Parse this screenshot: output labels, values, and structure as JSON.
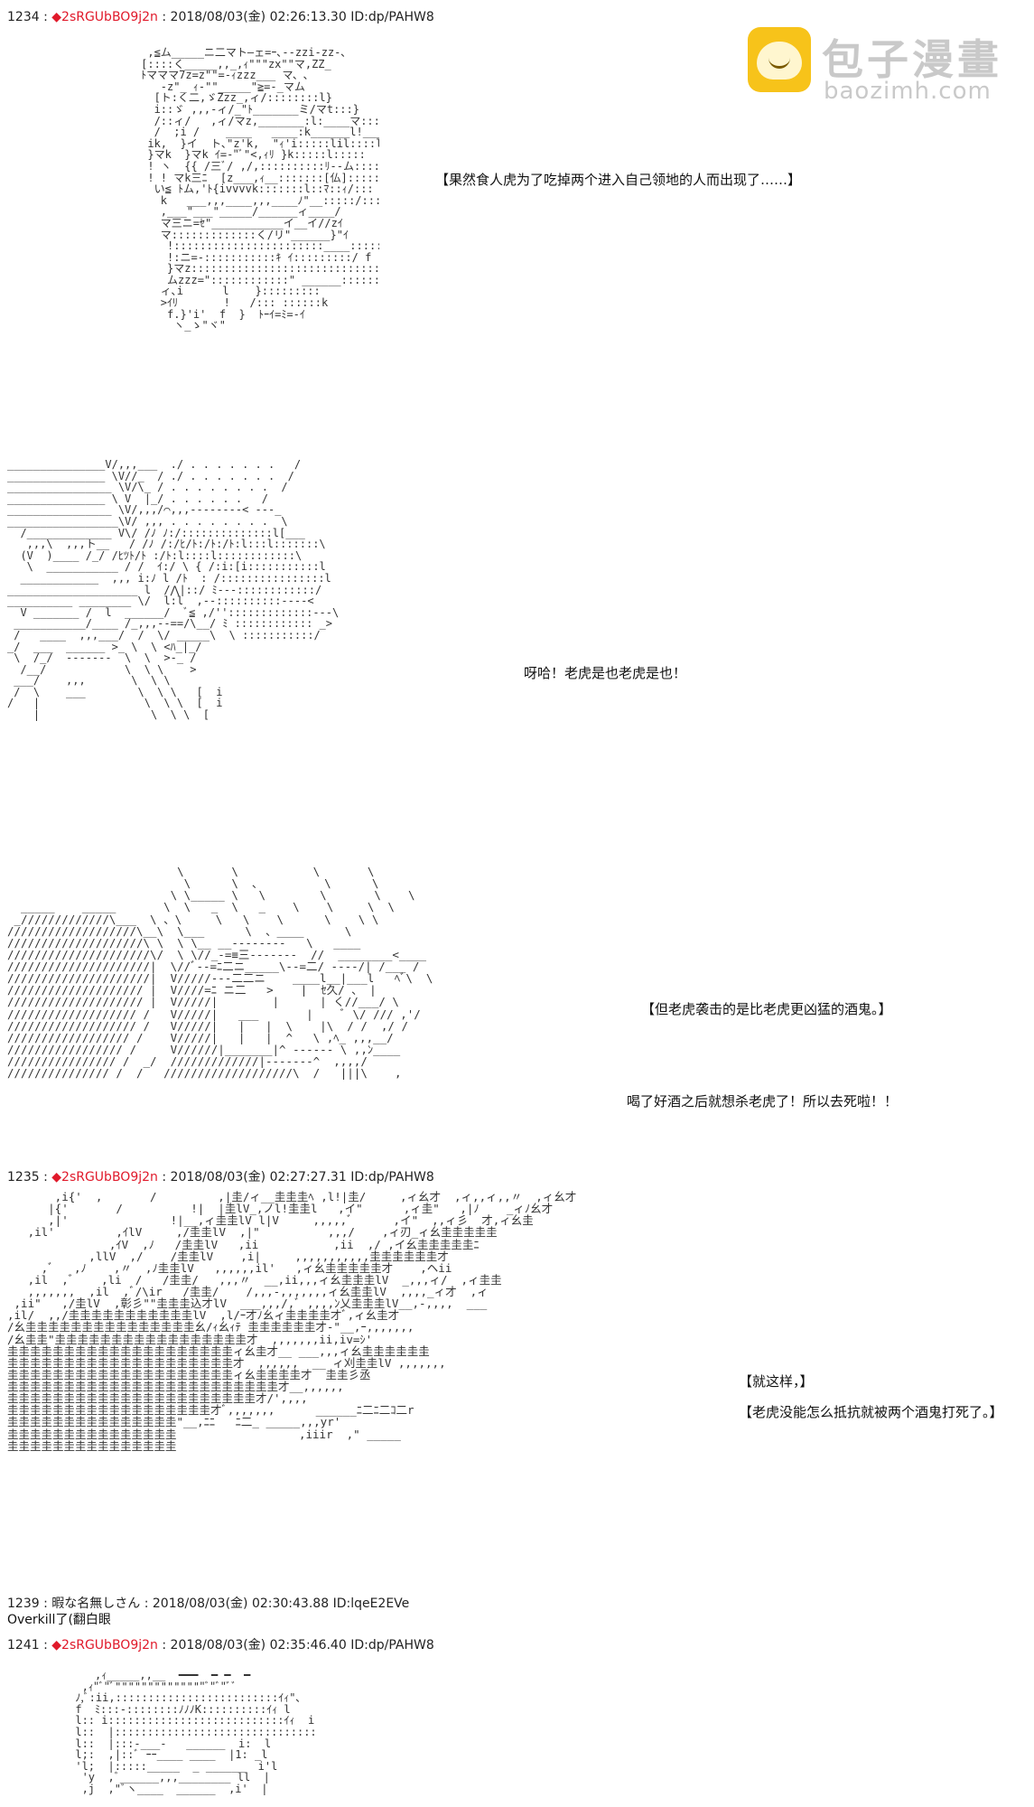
{
  "watermark": {
    "title": "包子漫畫",
    "subtitle": "baozimh.com"
  },
  "posts": [
    {
      "number": "1234",
      "trip": "◆2sRGUbBO9j2n",
      "datetime": "2018/08/03(金) 02:26:13.30",
      "id": "ID:dp/PAHW8"
    },
    {
      "number": "1235",
      "trip": "◆2sRGUbBO9j2n",
      "datetime": "2018/08/03(金) 02:27:27.31",
      "id": "ID:dp/PAHW8"
    },
    {
      "number": "1239",
      "name": "暇な名無しさん",
      "datetime": "2018/08/03(金) 02:30:43.88",
      "id": "ID:lqeE2EVe",
      "body": "Overkill了(翻白眼"
    },
    {
      "number": "1241",
      "trip": "◆2sRGUbBO9j2n",
      "datetime": "2018/08/03(金) 02:35:46.40",
      "id": "ID:dp/PAHW8"
    }
  ],
  "separator": " : ",
  "narration": {
    "n1": "【果然食人虎为了吃掉两个进入自己领地的人而出现了……】",
    "n2": "呀哈！老虎是也老虎是也！",
    "n3": "【但老虎袭击的是比老虎更凶猛的酒鬼。】",
    "n4": "喝了好酒之后就想杀老虎了！所以去死啦！！",
    "n5": "【就这样，】",
    "n6": "【老虎没能怎么抵抗就被两个酒鬼打死了。】"
  },
  "art": {
    "tiger": "      ,≦ム_____ニ二マト―ェ=ｰ､--zzi-zz-､\n     [::::く_____,,_,ｨ\"\"\"zx\"\"マ,ZZ_\n     ﾄマママ7z=z\"\"=-ｨzzz___ マ、､\n        -z\"_ ｨ-\"\"_____\"≧=-_マム\n       [ト:く二,ゞZzz_,ィ/::::::::l}\n       i::ゞ ,,,-ィ/_\"ﾄ_______ミ/マt:::}\n       /::ィ/   ,ィ/マz,_______:l:____マ:::i\n       /  ;i /    ____   ____:k______l!___:l:::i\n      ik,  }イ  ト､\"z'k,  \"ｨ'i:::::lil::::l:::i\n      }マk  }マk ｲ=-\"ﾞ\"<,ｨﾘ }k:::::l:::::\n      ! ヽ  {{ /三ﾞ/ ,/,::::::::::ﾘ--ム:::::\n      ! ! マk三ﾆ  [z___,ｨ__:::::::[仏]:::::\n       い≦ ﾄム,'ﾄ{ivvvvk:::::::l::ﾏ::ｨ/:::\n        k   ___,,,____,,,____ﾉ\"__:::::/::::\n        ,___\"___\"_____/______ィ____/\n        マ三ニ=ｾ\"___________イ__イ//zｲ\n        マ:::::::::::::く/リ\"______}\"ｲ\n         !:::::::::::::::::::::::____:::::/f\n         !:ニ=-:::::::::::ｷ ｲ:::::::::/ f\n         }マz:::::::::::::::::::::::::::::::::::/\n         ムzzz=\"::::::::::::\" ______:::::::\n        ィ､i      l    }:::::::::\n        >ｲﾘ       !   /::: ::::::k\n         f.}'i'  f  }  ﾄｰｲ=ﾐ=-ｲ\n          ヽ_ゝ\"ヾ\"",
    "dash": "_______________V/,,,___  ./ . . . . . . .   /\n_______________ \\V//_  / ./ . . . . . . .  /\n________________ \\V/\\_ / . . . . . . . .  /\n_______________ \\ V  |_/ . . . . . .   /\n________________ \\V/,,,/⌒,,,--------< ---_\n_________________\\V/ ,,, . . . . . . . .  \\\n  /_____________ V\\/ /ﾉ ﾉ:/::::::::::::::l[___\n   ,,,\\  ,,,ト__   / /ﾉ /:/ﾋ/ﾄ:/ﾄ:/ﾄ:l:::l:::::::\\\n  (V  )____ /_/ /ﾋﾂﾄ/ﾄ :/ﾄ:l::::l::::::::::::\\\n   \\  ___________ / /  ｲ:/ \\ { /:i:[i:::::::::::l\n  ____________  ,,, i:ﾉ l /ﾄ  : /::::::::::::::::l\n____________________ l  /⋀|::/ ﾐ---::::::::::::/\n__________ ________ \\/  l:l  ,--::::::::::----<\n  V _______ /  l  ______/  ﾞ≦ ,/'':::::::::::::---\\\n ___________/____ /_,,,--==/\\__/ ﾐ :::::::::::: _>\n /   ____  ,,,___/  /  \\/ _____\\  \\ :::::::::::/\n_/  ___  ______ >_ \\  \\ <ﾊ_|_/\n \\  /_/  -------  \\  \\  >-_ /\n  /__/            \\  \\ \\    >\n ___/    ,,,       \\  \\ \\\n /  \\    ___        \\  \\ \\   [  i\n/   |                \\  \\ \\  [  i\n    |                 \\  \\ \\  [",
    "slash": "                         \\       \\           \\       \\\n                          \\      \\  、         \\      \\\n                        \\ \\_____ \\   \\        \\       \\    \\\n  _____    _____       \\  \\   _  \\   _    \\    \\     \\  \\\n _/////////////\\___  \\ 、\\     \\   \\    \\      \\    \\ \\\n///////////////////\\__\\  \\___      \\  、____      \\\n////////////////////\\ \\  \\ \\__ __--------   \\   ____\n/////////////////////\\/  \\ \\//_-=≡三-------  //  ________<____\n/////////////////////|  \\//ﾞ--=ﾆ二ニ_____\\--=二/ ----/| /___ /\n/////////////////////|  V/////---二二ニ    ____l__|___l   ﾍﾞ\\  \\\n//////////////////// |  V////=ﾆ ニ二   >    |  ｾ久/ 、 |\n//////////////////// |  V/////|        |      | く//___/ \\\n/////////////////// /   V/////|   ___       |    ﾞ \\/ /// ,'/\n/////////////////// /   V/////|   |   |  \\    |\\  / /  ,/ /\n////////////////// /    V/////|   |   |  ^   \\ ,ﾍ_ ,,,__/\n///////////////// /     V//////|_______|^ ------ \\ ,,ﾝ____\n//////////////// /  _/  /////////////|-------^  ,,,,/ \n/////////////// /  /   ///////////////////\\  /   |||\\    ,",
    "beat": "       ,i{'  ,       /         ,|圭/ィ__圭圭圭ﾍ ,l!|圭/     ,ィ幺才  ,ィ,,ィ,,〃  ,ィ幺才\n      |{'       /          !|  |圭lV_,ノl!圭圭l   ,イ\"      ,ィ圭\"   ,|ﾉ    _ィﾉ幺才\n      ,|'               !|__,ィ圭圭lV l|V     ,,,,,ﾞ      ,イ\"  ,,ィ彡  才,ィ幺圭\n   ,il'         ,ｲlV     ,/圭圭lV  ,|\"          ,,,/    ,ィ刃_ィ幺圭圭圭圭圭\n               ,ｲV  ,ﾉ   /圭圭lV   ,ii           ,ii  ,/ ,イ幺圭圭圭圭圭ﾆ\n            ,llV  ,/    /圭圭lV    ,i|     ,,,,,,,,,,,圭圭圭圭圭圭才\n     ,ﾞ   ,ﾉ    ,〃  ,ﾉ圭圭lV   ,,,,,,il'   ,ィ幺圭圭圭圭圭才    ,ヘii\n   ,il  ,ﾞ    ,li  /   /圭圭/   ,,,〃  __,ii,,,ィ幺圭圭圭lV  _,,,ィ/  ,ィ圭圭\n   ,,,,,,,  ,il  ,ﾞ/\\ir   /圭圭/    /,,,-,,,,,,,ィ幺圭圭lV  ,,,,_ィ才  ,ィ\n ,ii\"   ,/圭lV  ,彰彡\"\"圭圭圭込才lV  ___,,,/,ﾞ ,,,,ﾝ乂圭圭圭lV__,-,,,,  ___\n,il/  ,,/圭圭圭圭圭圭圭圭圭圭圭lV  ,l/ｰ才ﾉ幺ィ圭圭圭圭才ﾞ,ィ幺圭才\n/幺圭圭圭圭圭圭圭圭圭圭圭圭圭圭圭幺/ｨ幺ｨﾃ 圭圭圭圭圭圭才-\"__,ｰ,,,,,,,\n/幺圭圭\"圭圭圭圭圭圭圭圭圭圭圭圭圭圭圭圭圭才  ,,,,,,,ii,iv=ｼ'\n圭圭圭圭圭圭圭圭圭圭圭圭圭圭圭圭圭圭圭圭ィ幺圭才__ ___,,,ィ幺圭圭圭圭圭圭\n圭圭圭圭圭圭圭圭圭圭圭圭圭圭圭圭圭圭圭圭才  ,,,,,,  __ ィ刈圭圭lV ,,,,,,,\n圭圭圭圭圭圭圭圭圭圭圭圭圭圭圭圭圭圭圭圭ィ幺圭圭圭圭才  圭圭彡丞\n圭圭圭圭圭圭圭圭圭圭圭圭圭圭圭圭圭圭圭圭圭圭圭圭才__,,,,,,\n圭圭圭圭圭圭圭圭圭圭圭圭圭圭圭圭圭圭圭圭圭圭才/',,,,\n圭圭圭圭圭圭圭圭圭圭圭圭圭圭圭圭圭圭才ﾞ,,,,,,,      ______ﾆ二ﾆ二ｺ二r\n圭圭圭圭圭圭圭圭圭圭圭圭圭圭圭\"__,ﾆﾆ   ﾆ二_ _____,,,yr'\n圭圭圭圭圭圭圭圭圭圭圭圭圭圭圭                  ,iiir  ,\" _____\n圭圭圭圭圭圭圭圭圭圭圭圭圭圭圭",
    "face": "         ,ｨ_____,,__  ━━━  ━ ━  ━\n       ,ｨ\"ﾞ\"ﾞ\"\"\"\"\"\"\"\"\"\"\"\"\"\"ﾞ\"ﾞ\"ﾞﾞ\n      ﾉ,ﾞ:ii,:::::::::::::::::::::::::ｲｨ\"､\n      f  ﾐ:::-::::::::ﾉﾉﾉK::::::::::ｲｨ l\n      l:: i:::::::::::::::::::::::::::ｲｨ  i\n      l::  |:::::::::::::::::::::::::::::::  l\n      l::  |:::-___-   ______  i:  l\n      l;:  ,|::ﾞ ｰｰ____ ____  |1: _l\n      'l;  |:::::_____  _ ______  i'l\n       'y  ,ﾞ______,,,________ ll  |\n       ,j  ,\"ﾞヽ____  ______  ,i'  |"
  }
}
